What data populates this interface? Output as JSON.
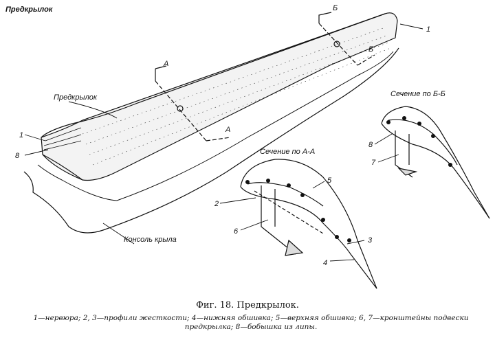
{
  "header": "Предкрылок",
  "labels": {
    "slat": "Предкрылок",
    "console": "Консоль крыла",
    "section_aa": "Сечение по А-А",
    "section_bb": "Сечение по Б-Б",
    "A": "А",
    "B": "Б",
    "n1": "1",
    "n2": "2",
    "n3": "3",
    "n4": "4",
    "n5": "5",
    "n6": "6",
    "n7": "7",
    "n8": "8"
  },
  "caption": "Фиг. 18. Предкрылок.",
  "legend": "1—нервюра; 2, 3—профили жесткости; 4—нижняя обшивка; 5—верхняя обшивка; 6, 7—кронштейны подвески предкрылка; 8—бобышка из липы.",
  "colors": {
    "ink": "#111111",
    "paper": "#ffffff"
  }
}
